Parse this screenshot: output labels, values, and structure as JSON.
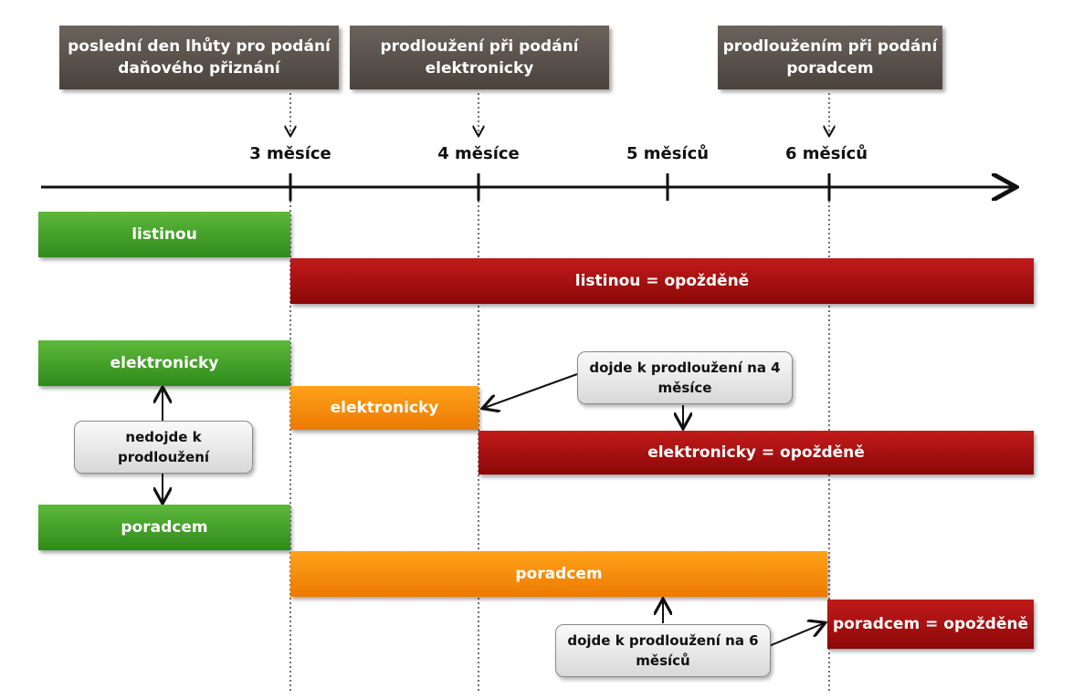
{
  "headers": {
    "deadline": "poslední den lhůty pro podání daňového přiznání",
    "electronic_extension": "prodloužení při podání elektronicky",
    "advisor_extension": "prodloužením při podání poradcem"
  },
  "ticks": [
    "3 měsíce",
    "4 měsíce",
    "5 měsíců",
    "6 měsíců"
  ],
  "bars": {
    "listinou": "listinou",
    "listinou_late": "listinou = opožděně",
    "elektronicky": "elektronicky",
    "elektronicky_extended": "elektronicky",
    "elektronicky_late": "elektronicky = opožděně",
    "poradcem": "poradcem",
    "poradcem_extended": "poradcem",
    "poradcem_late": "poradcem = opožděně"
  },
  "notes": {
    "no_extension": "nedojde k prodloužení",
    "extension_4": "dojde k prodloužení na 4 měsíce",
    "extension_6": "dojde k prodloužení na 6 měsíců"
  },
  "colors": {
    "green": "#3e9e28",
    "red": "#a81010",
    "orange": "#f58a0a",
    "header": "#5a524b"
  }
}
